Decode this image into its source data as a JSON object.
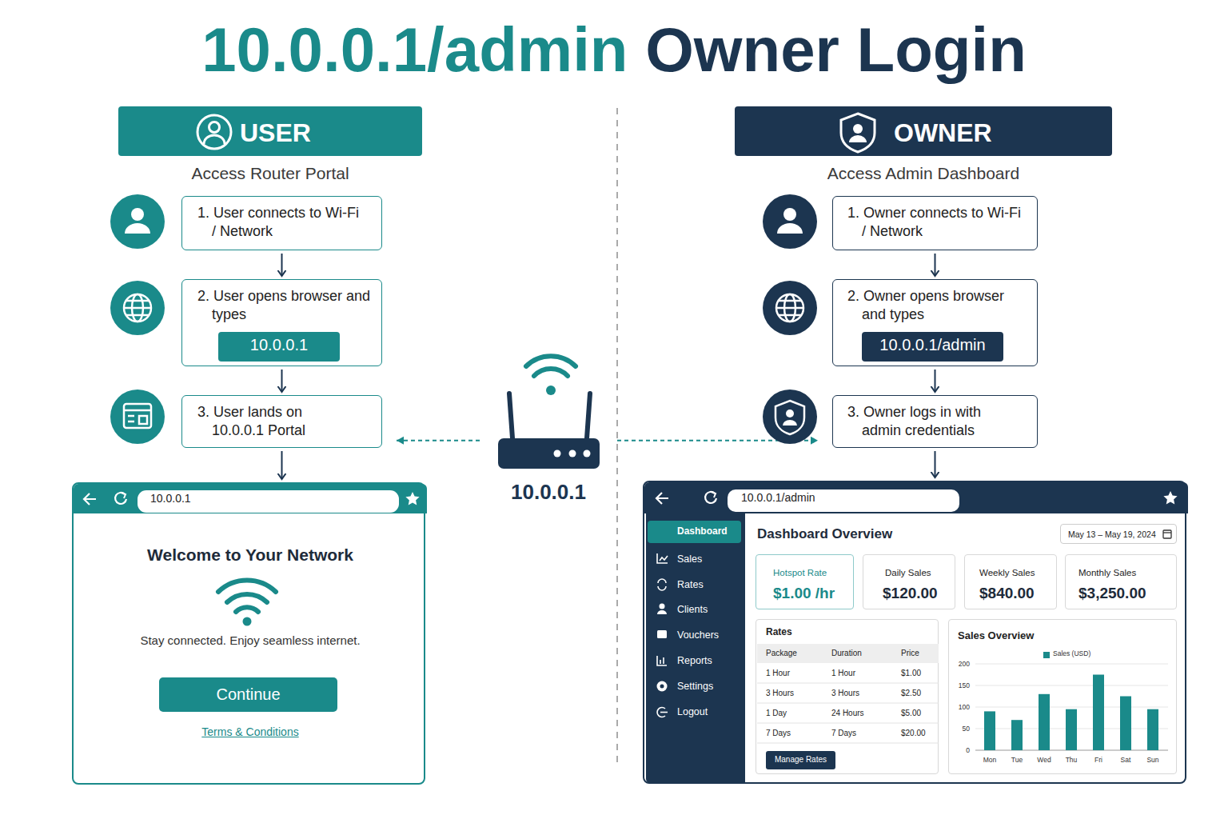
{
  "diagram": {
    "title": "10.0.0.1/admin Owner Login",
    "nodes": [
      {
        "text": [
          "USER",
          "Access Router Portal"
        ]
      },
      {
        "text": [
          "1. User connects to Wi-Fi / Network"
        ]
      },
      {
        "text": [
          "2. User opens browser and types"
        ]
      },
      {
        "text": [
          "10.0.0.1"
        ],
        "in": 2
      },
      {
        "text": [
          "3. User lands on 10.0.0.1 Portal"
        ]
      },
      {
        "text": [
          "Welcome to Your Network",
          "Stay connected. Enjoy seamless internet.",
          "Terms & Conditions"
        ]
      },
      {
        "text": [
          "10.0.0.1"
        ],
        "in": 5
      },
      {
        "text": [
          "Continue"
        ],
        "in": 5
      },
      {
        "text": [
          "10.0.0.1"
        ]
      },
      {
        "text": [
          "OWNER",
          "Access Admin Dashboard"
        ]
      },
      {
        "text": [
          "1. Owner connects to Wi-Fi / Network"
        ]
      },
      {
        "text": [
          "2. Owner opens browser and types"
        ]
      },
      {
        "text": [
          "10.0.0.1/admin"
        ],
        "in": 11
      },
      {
        "text": [
          "3. Owner logs in with admin credentials"
        ]
      },
      {
        "text": [
          "Dashboard Overview"
        ]
      },
      {
        "text": [
          "10.0.0.1/admin"
        ],
        "in": 14
      },
      {
        "text": [
          "Sales",
          "Rates",
          "Clients",
          "Vouchers",
          "Reports",
          "Settings",
          "Logout"
        ],
        "in": 14
      },
      {
        "text": [
          "Dashboard"
        ],
        "in": 16
      },
      {
        "text": [
          "May 13 – May 19, 2024"
        ],
        "in": 14
      },
      {
        "text": [
          "Hotspot Rate",
          "$1.00 /hr"
        ],
        "in": 14
      },
      {
        "text": [
          "Daily Sales",
          "$120.00"
        ],
        "in": 14
      },
      {
        "text": [
          "Weekly Sales",
          "$840.00"
        ],
        "in": 14
      },
      {
        "text": [
          "Monthly Sales",
          "$3,250.00"
        ],
        "in": 14
      },
      {
        "text": [
          "Rates"
        ],
        "in": 14
      },
      {
        "text": [
          "Manage Rates"
        ],
        "in": 23
      },
      {
        "text": [
          "Sales Overview"
        ],
        "in": 14
      }
    ],
    "edges": [
      {
        "from": 1,
        "to": 2,
        "arrow": "to"
      },
      {
        "from": 2,
        "to": 4,
        "arrow": "to"
      },
      {
        "from": 4,
        "to": 5,
        "arrow": "to"
      },
      {
        "from": 10,
        "to": 11,
        "arrow": "to"
      },
      {
        "from": 11,
        "to": 13,
        "arrow": "to"
      },
      {
        "from": 13,
        "to": 14,
        "arrow": "to"
      },
      {
        "from": 8,
        "to": 4,
        "arrow": "to"
      },
      {
        "from": 8,
        "to": 13,
        "arrow": "to"
      }
    ],
    "labels": [
      "Package",
      "Duration",
      "Price",
      "1 Hour",
      "1 Hour",
      "$1.00",
      "3 Hours",
      "3 Hours",
      "$2.50",
      "1 Day",
      "24 Hours",
      "$5.00",
      "7 Days",
      "7 Days",
      "$20.00",
      "200",
      "150",
      "100",
      "50",
      "0",
      "Mon",
      "Tue",
      "Wed",
      "Thu",
      "Fri",
      "Sat",
      "Sun"
    ],
    "legend": [
      {
        "text": "Sales (USD)",
        "color": "#1a8a8a"
      }
    ]
  }
}
